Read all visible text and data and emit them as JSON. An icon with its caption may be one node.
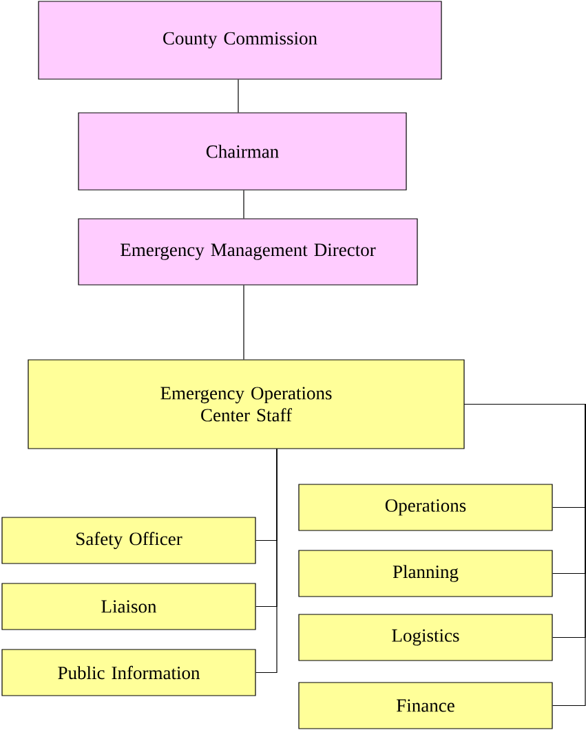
{
  "diagram": {
    "nodes": [
      {
        "text": [
          "County Commission"
        ]
      },
      {
        "text": [
          "Chairman"
        ]
      },
      {
        "text": [
          "Emergency Management Director"
        ]
      },
      {
        "text": [
          "Emergency Operations Center Staff"
        ]
      },
      {
        "text": [
          "Safety Officer"
        ]
      },
      {
        "text": [
          "Liaison"
        ]
      },
      {
        "text": [
          "Public Information"
        ]
      },
      {
        "text": [
          "Operations"
        ]
      },
      {
        "text": [
          "Planning"
        ]
      },
      {
        "text": [
          "Logistics"
        ]
      },
      {
        "text": [
          "Finance"
        ]
      }
    ],
    "edges": [
      {
        "from": 0,
        "to": 1,
        "arrow": "none"
      },
      {
        "from": 1,
        "to": 2,
        "arrow": "none"
      },
      {
        "from": 2,
        "to": 3,
        "arrow": "none"
      },
      {
        "from": 3,
        "to": 4,
        "arrow": "none"
      },
      {
        "from": 3,
        "to": 5,
        "arrow": "none"
      },
      {
        "from": 3,
        "to": 6,
        "arrow": "none"
      },
      {
        "from": 3,
        "to": 7,
        "arrow": "none"
      },
      {
        "from": 3,
        "to": 8,
        "arrow": "none"
      },
      {
        "from": 3,
        "to": 9,
        "arrow": "none"
      },
      {
        "from": 3,
        "to": 10,
        "arrow": "none"
      }
    ]
  }
}
